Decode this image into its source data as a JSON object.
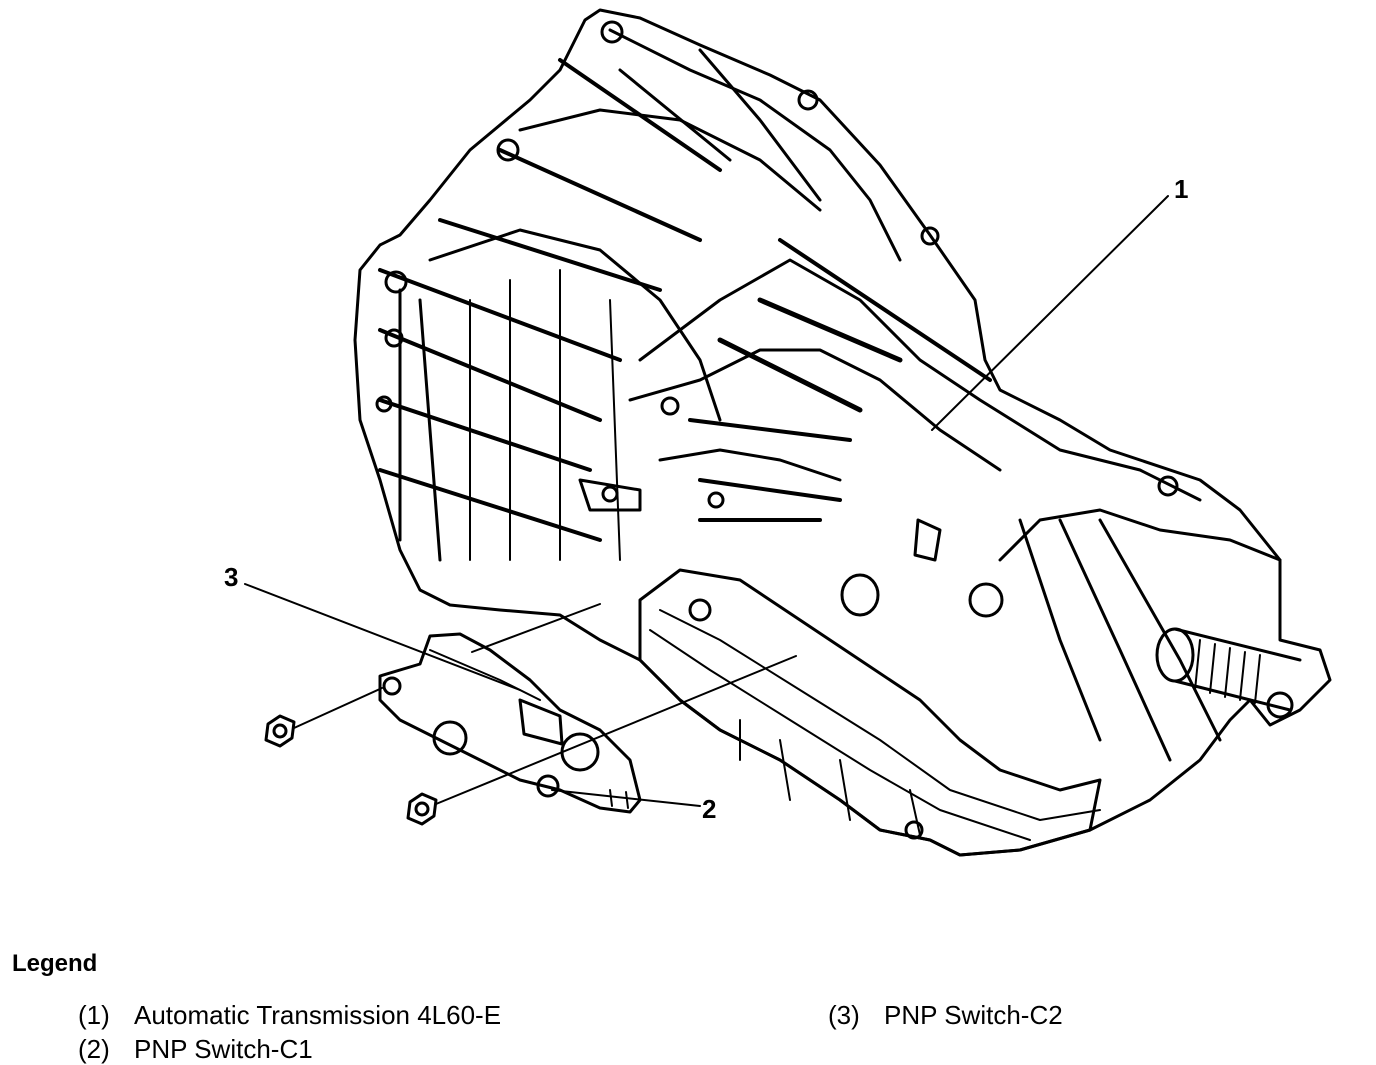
{
  "callouts": {
    "c1": "1",
    "c2": "2",
    "c3": "3"
  },
  "legend": {
    "title": "Legend",
    "items": [
      {
        "num": "(1)",
        "label": "Automatic Transmission 4L60-E"
      },
      {
        "num": "(2)",
        "label": "PNP Switch-C1"
      },
      {
        "num": "(3)",
        "label": "PNP Switch-C2"
      }
    ]
  },
  "colors": {
    "ink": "#000000",
    "background": "#ffffff"
  }
}
